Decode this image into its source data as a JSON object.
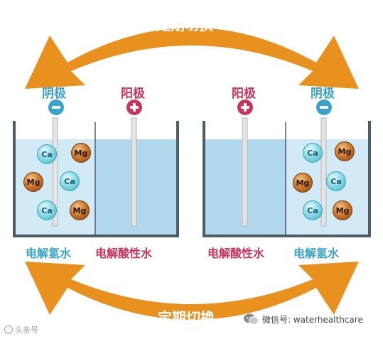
{
  "top_arrow": {
    "label": "定期切换"
  },
  "bottom_arrow": {
    "label": "定期切换"
  },
  "left_cell": {
    "cathode_label": "阴极",
    "anode_label": "阳极",
    "left_water": "电解氢水",
    "right_water": "电解酸性水"
  },
  "right_cell": {
    "anode_label": "阳极",
    "cathode_label": "阴极",
    "left_water": "电解酸性水",
    "right_water": "电解氢水"
  },
  "ions": {
    "ca": "Ca",
    "mg": "Mg"
  },
  "watermark": {
    "left": "头条号",
    "right": "微信号: waterhealthcare"
  },
  "colors": {
    "arrow": "#e8911f",
    "arrow_text": "#ffffff",
    "cathode": "#3aa3c9",
    "anode": "#c8345c",
    "water_hydrogen": "#d2eaf5",
    "water_acid": "#b2d8ee",
    "tank_border": "#4d5c66"
  }
}
